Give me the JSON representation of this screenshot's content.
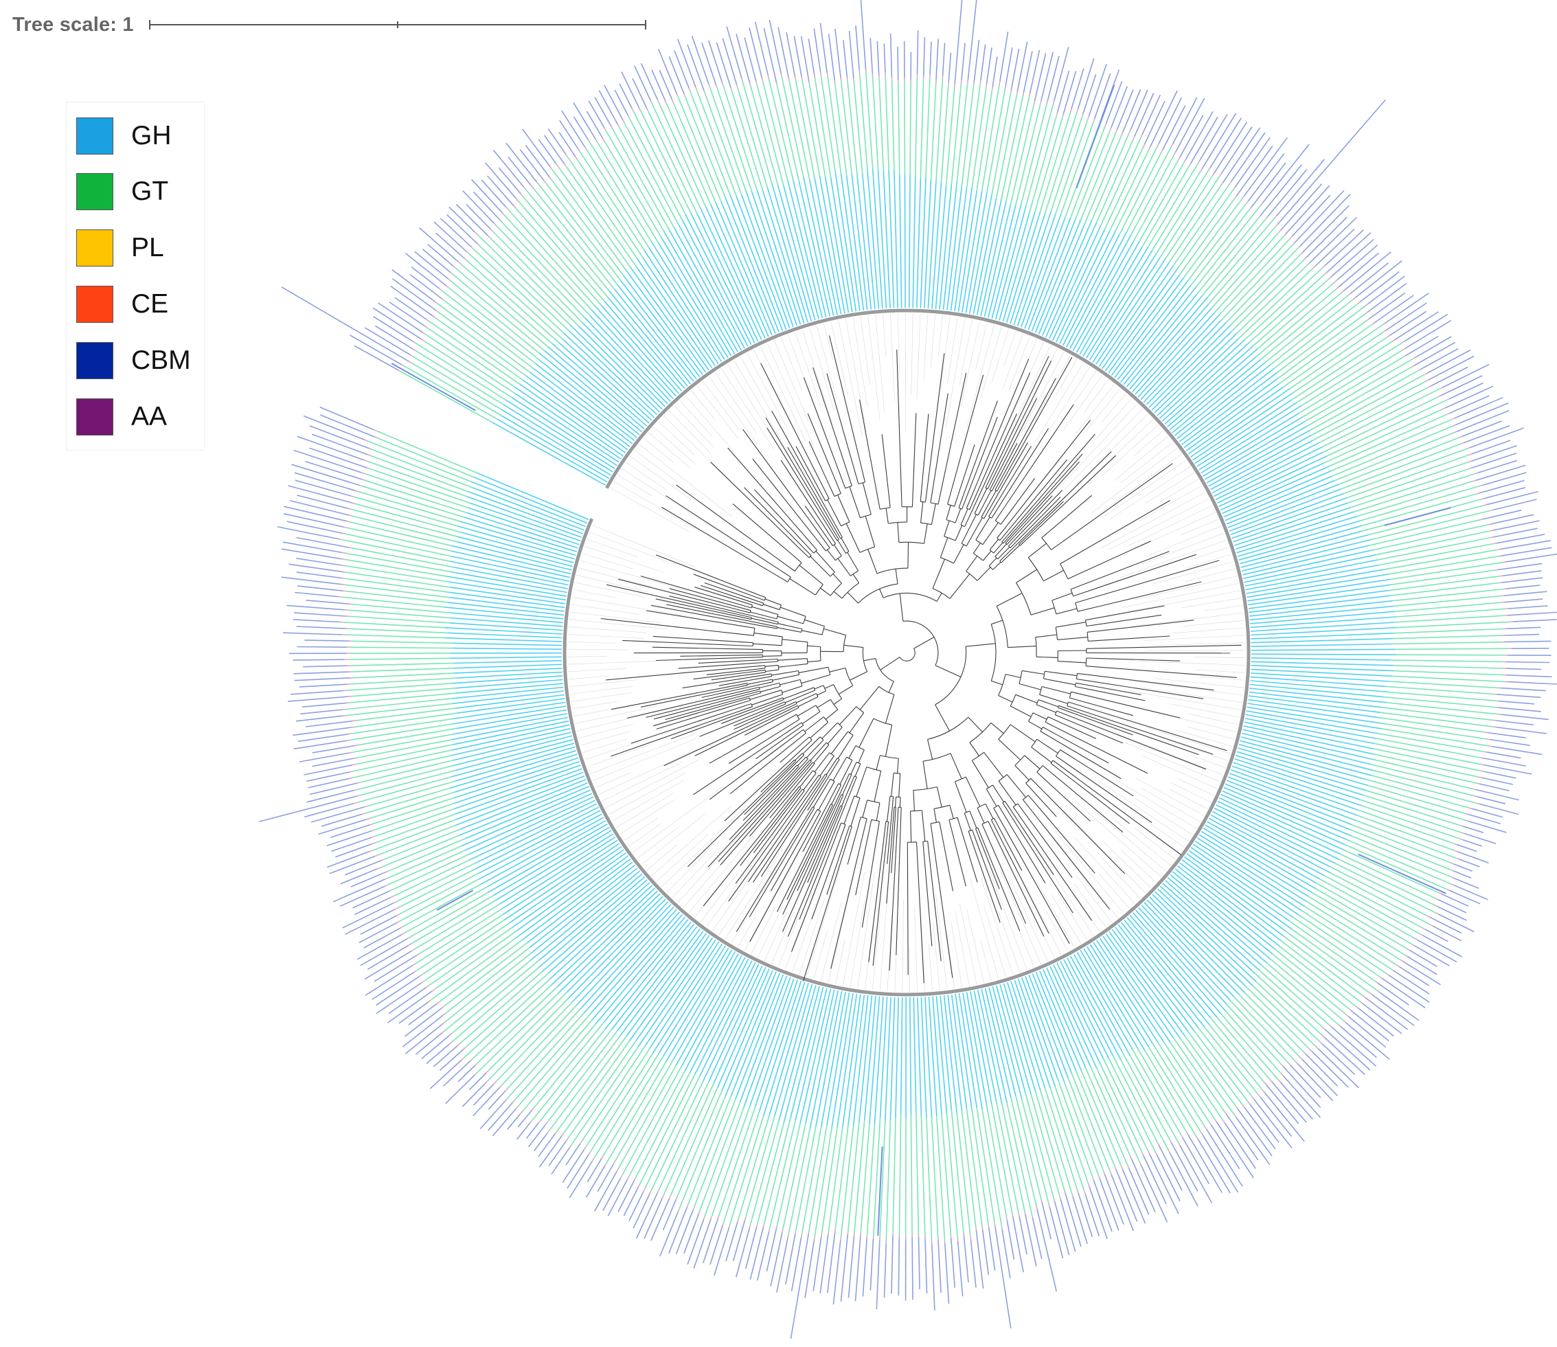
{
  "tree_scale": {
    "label": "Tree scale: 1"
  },
  "legend": {
    "items": [
      {
        "label": "GH",
        "color": "#1ba0e2"
      },
      {
        "label": "GT",
        "color": "#10b33c"
      },
      {
        "label": "PL",
        "color": "#ffc400"
      },
      {
        "label": "CE",
        "color": "#ff4214"
      },
      {
        "label": "CBM",
        "color": "#00259f"
      },
      {
        "label": "AA",
        "color": "#741671"
      }
    ]
  },
  "rings": {
    "gh_color": "#4fd2ee",
    "gt_color": "#78e6b4",
    "ce_color": "#f0a0b4",
    "cbm_color": "#8ca0e0",
    "branch_color": "#3c3c3c"
  }
}
